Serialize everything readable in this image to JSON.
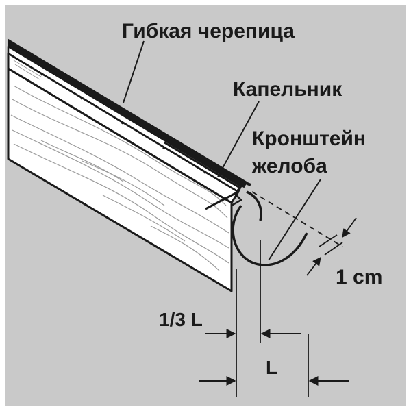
{
  "labels": {
    "flexible_tile": "Гибкая черепица",
    "drip_edge": "Капельник",
    "gutter_bracket_line1": "Кронштейн",
    "gutter_bracket_line2": "желоба",
    "offset": "1 cm",
    "third_length": "1/3 L",
    "length": "L"
  },
  "colors": {
    "background": "#c9c9c9",
    "outline": "#1a1a1a",
    "wood": "#ffffff",
    "grain": "#9a9a9a",
    "text": "#1a1a1a"
  }
}
